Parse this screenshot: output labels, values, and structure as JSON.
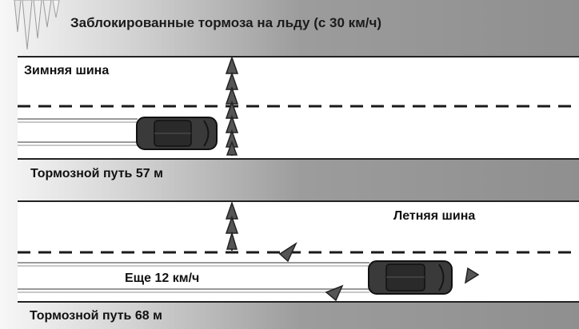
{
  "title": "Заблокированные тормоза на льду (с 30 км/ч)",
  "winter": {
    "label": "Зимняя шина",
    "distance": "Тормозной путь  57 м"
  },
  "summer": {
    "label": "Летняя шина",
    "extra_speed": "Еще 12 км/ч",
    "distance": "Тормозной путь  68 м"
  },
  "colors": {
    "road": "#ffffff",
    "car": "#3a3a3a",
    "lines": "#1a1a1a",
    "cone": "#555555"
  }
}
